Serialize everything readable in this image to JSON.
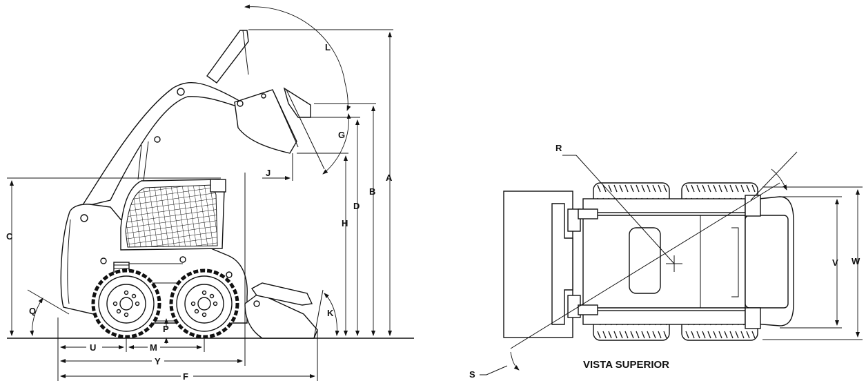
{
  "labels": {
    "A": "A",
    "B": "B",
    "C": "C",
    "D": "D",
    "F": "F",
    "G": "G",
    "H": "H",
    "J": "J",
    "K": "K",
    "L": "L",
    "M": "M",
    "P": "P",
    "Q": "Q",
    "R": "R",
    "S": "S",
    "U": "U",
    "V": "V",
    "W": "W",
    "Y": "Y"
  },
  "captions": {
    "top_view": "VISTA SUPERIOR"
  },
  "colors": {
    "line": "#111111",
    "background": "#ffffff"
  }
}
